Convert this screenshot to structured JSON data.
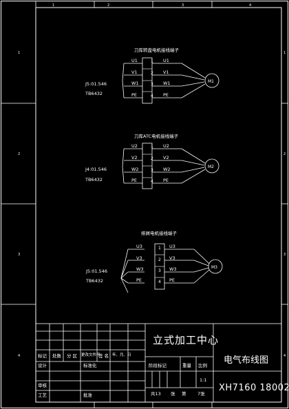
{
  "border": {
    "columns": [
      "1",
      "2",
      "3",
      "4"
    ],
    "rows": [
      "1",
      "2",
      "3",
      "4"
    ]
  },
  "diagrams": [
    {
      "title": "刀库转盘电机接线端子",
      "terminal": "J5:01.546",
      "code": "TB6432",
      "left": [
        "U1",
        "V1",
        "W1",
        "PE"
      ],
      "pins": [
        "1",
        "2",
        "3",
        "4"
      ],
      "right": [
        "U1",
        "V1",
        "W1",
        "PE"
      ],
      "motor": "M1"
    },
    {
      "title": "刀库ATC电机接线端子",
      "terminal": "J4:01.546",
      "code": "TB6432",
      "left": [
        "U2",
        "V2",
        "W2",
        "PE"
      ],
      "pins": [
        "1",
        "2",
        "3",
        "4"
      ],
      "right": [
        "U2",
        "V2",
        "W2",
        "PE"
      ],
      "motor": "M2"
    },
    {
      "title": "排屑电机接线端子",
      "terminal": "J5:01.546",
      "code": "TB6432",
      "left": [
        "U3",
        "V3",
        "W3",
        "PE"
      ],
      "pins": [
        "1",
        "2",
        "3",
        "4"
      ],
      "right": [
        "U3",
        "V3",
        "W3",
        "PE"
      ],
      "motor": "M3"
    }
  ],
  "title_block": {
    "company": "立式加工中心",
    "drawing_name": "电气布线图",
    "drawing_no": "XH7160 18002",
    "labels": {
      "mark": "标记",
      "count": "处数",
      "zone": "分 区",
      "change_doc": "更改文件号",
      "sign": "签 名",
      "date": "年、月、日",
      "design": "设计",
      "standard": "标准化",
      "review": "审核",
      "process": "工艺",
      "approve": "批准",
      "stage": "阶段标记",
      "weight": "重量",
      "scale": "比例",
      "scale_value": "1:1",
      "total": "共13",
      "sheets": "张",
      "page": "第",
      "page_no": "7张"
    }
  }
}
